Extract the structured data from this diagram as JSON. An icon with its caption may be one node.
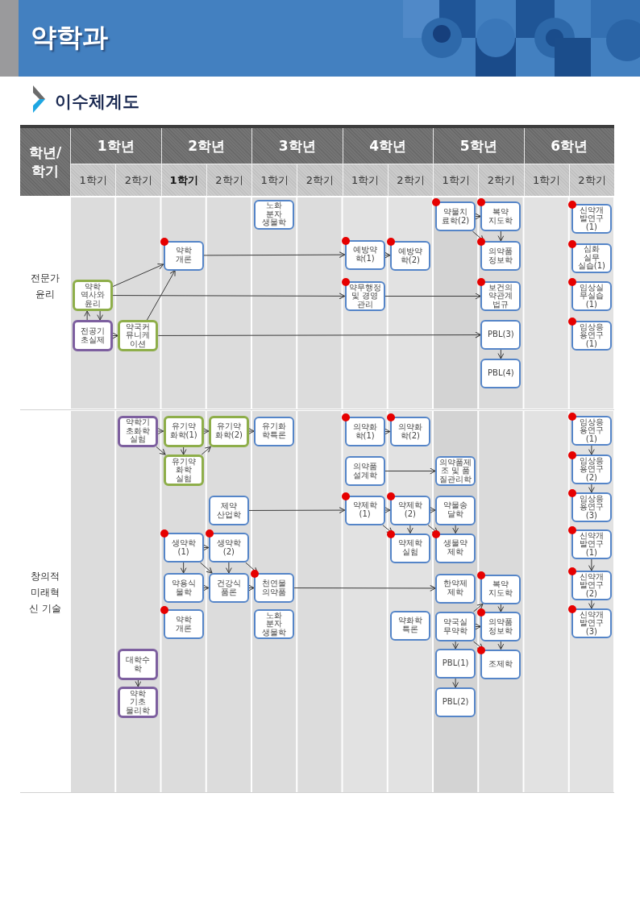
{
  "diagram": {
    "title": "약학과",
    "nodes": [
      {
        "text": [
          "노화 분자 생물학"
        ]
      },
      {
        "text": [
          "약물치 료학(2)"
        ]
      },
      {
        "text": [
          "복약 지도학"
        ]
      },
      {
        "text": [
          "신약개 발연구 (1)"
        ]
      },
      {
        "text": [
          "약학 개론"
        ]
      },
      {
        "text": [
          "예방약 학(1)"
        ]
      },
      {
        "text": [
          "예방약 학(2)"
        ]
      },
      {
        "text": [
          "의약품 정보학"
        ]
      },
      {
        "text": [
          "심화 실무 실습(1)"
        ]
      },
      {
        "text": [
          "약학 역사와 윤리"
        ]
      },
      {
        "text": [
          "약무행정 및 경영 관리"
        ]
      },
      {
        "text": [
          "보건의 약관계 법규"
        ]
      },
      {
        "text": [
          "임상실 무실습 (1)"
        ]
      },
      {
        "text": [
          "전공기 초실제"
        ]
      },
      {
        "text": [
          "약국커 뮤니케 이션"
        ]
      },
      {
        "text": [
          "PBL(3)"
        ]
      },
      {
        "text": [
          "임상응 용연구 (1)"
        ]
      },
      {
        "text": [
          "PBL(4)"
        ]
      },
      {
        "text": [
          "약학기 초화학 실험"
        ]
      },
      {
        "text": [
          "유기약 화학(1)"
        ]
      },
      {
        "text": [
          "유기약 화학(2)"
        ]
      },
      {
        "text": [
          "유기화 학특론"
        ]
      },
      {
        "text": [
          "의약화 학(1)"
        ]
      },
      {
        "text": [
          "의약화 학(2)"
        ]
      },
      {
        "text": [
          "임상응 용연구 (1)"
        ]
      },
      {
        "text": [
          "유기약 화학 실험"
        ]
      },
      {
        "text": [
          "의약품 설계학"
        ]
      },
      {
        "text": [
          "의약품제 조 및 품 질관리학"
        ]
      },
      {
        "text": [
          "임상응 용연구 (2)"
        ]
      },
      {
        "text": [
          "제약 산업학"
        ]
      },
      {
        "text": [
          "약제학 (1)"
        ]
      },
      {
        "text": [
          "약제학 (2)"
        ]
      },
      {
        "text": [
          "약물송 달학"
        ]
      },
      {
        "text": [
          "임상응 용연구 (3)"
        ]
      },
      {
        "text": [
          "생약학 (1)"
        ]
      },
      {
        "text": [
          "생약학 (2)"
        ]
      },
      {
        "text": [
          "약제학 실험"
        ]
      },
      {
        "text": [
          "생물약 제학"
        ]
      },
      {
        "text": [
          "신약개 발연구 (1)"
        ]
      },
      {
        "text": [
          "약용식 물학"
        ]
      },
      {
        "text": [
          "건강식 품론"
        ]
      },
      {
        "text": [
          "천연물 의약품"
        ]
      },
      {
        "text": [
          "한약제 제학"
        ]
      },
      {
        "text": [
          "복약 지도학"
        ]
      },
      {
        "text": [
          "신약개 발연구 (2)"
        ]
      },
      {
        "text": [
          "약학 개론"
        ]
      },
      {
        "text": [
          "노화 분자 생물학"
        ]
      },
      {
        "text": [
          "약화학 특론"
        ]
      },
      {
        "text": [
          "약국실 무약학"
        ]
      },
      {
        "text": [
          "의약품 정보학"
        ]
      },
      {
        "text": [
          "신약개 발연구 (3)"
        ]
      },
      {
        "text": [
          "대학수 학"
        ]
      },
      {
        "text": [
          "PBL(1)"
        ]
      },
      {
        "text": [
          "조제학"
        ]
      },
      {
        "text": [
          "약학 기초 물리학"
        ]
      },
      {
        "text": [
          "PBL(2)"
        ]
      }
    ],
    "edges": [
      {
        "from": 9,
        "to": 4,
        "arrow": "to"
      },
      {
        "from": 9,
        "to": 10,
        "arrow": "to"
      },
      {
        "from": 13,
        "to": 9,
        "arrow": "to"
      },
      {
        "from": 9,
        "to": 13,
        "arrow": "to"
      },
      {
        "from": 13,
        "to": 14,
        "arrow": "to"
      },
      {
        "from": 14,
        "to": 4,
        "arrow": "to"
      },
      {
        "from": 14,
        "to": 15,
        "arrow": "to"
      },
      {
        "from": 4,
        "to": 5,
        "arrow": "to"
      },
      {
        "from": 5,
        "to": 6,
        "arrow": "to"
      },
      {
        "from": 10,
        "to": 11,
        "arrow": "to"
      },
      {
        "from": 1,
        "to": 2,
        "arrow": "to"
      },
      {
        "from": 1,
        "to": 7,
        "arrow": "to"
      },
      {
        "from": 2,
        "to": 7,
        "arrow": "to"
      },
      {
        "from": 15,
        "to": 17,
        "arrow": "to"
      },
      {
        "from": 18,
        "to": 19,
        "arrow": "to"
      },
      {
        "from": 18,
        "to": 25,
        "arrow": "to"
      },
      {
        "from": 19,
        "to": 20,
        "arrow": "to"
      },
      {
        "from": 19,
        "to": 25,
        "arrow": "to"
      },
      {
        "from": 25,
        "to": 20,
        "arrow": "to"
      },
      {
        "from": 20,
        "to": 21,
        "arrow": "to"
      },
      {
        "from": 22,
        "to": 23,
        "arrow": "to"
      },
      {
        "from": 26,
        "to": 27,
        "arrow": "to"
      },
      {
        "from": 29,
        "to": 30,
        "arrow": "to"
      },
      {
        "from": 30,
        "to": 31,
        "arrow": "to"
      },
      {
        "from": 30,
        "to": 36,
        "arrow": "to"
      },
      {
        "from": 31,
        "to": 32,
        "arrow": "to"
      },
      {
        "from": 31,
        "to": 36,
        "arrow": "to"
      },
      {
        "from": 31,
        "to": 37,
        "arrow": "to"
      },
      {
        "from": 32,
        "to": 37,
        "arrow": "to"
      },
      {
        "from": 34,
        "to": 35,
        "arrow": "to"
      },
      {
        "from": 34,
        "to": 39,
        "arrow": "to"
      },
      {
        "from": 34,
        "to": 40,
        "arrow": "to"
      },
      {
        "from": 35,
        "to": 40,
        "arrow": "to"
      },
      {
        "from": 35,
        "to": 41,
        "arrow": "to"
      },
      {
        "from": 39,
        "to": 40,
        "arrow": "to"
      },
      {
        "from": 40,
        "to": 41,
        "arrow": "to"
      },
      {
        "from": 41,
        "to": 42,
        "arrow": "to"
      },
      {
        "from": 48,
        "to": 43,
        "arrow": "to"
      },
      {
        "from": 43,
        "to": 49,
        "arrow": "to"
      },
      {
        "from": 48,
        "to": 49,
        "arrow": "to"
      },
      {
        "from": 48,
        "to": 53,
        "arrow": "to"
      },
      {
        "from": 49,
        "to": 53,
        "arrow": "to"
      },
      {
        "from": 48,
        "to": 52,
        "arrow": "to"
      },
      {
        "from": 52,
        "to": 55,
        "arrow": "to"
      },
      {
        "from": 51,
        "to": 54,
        "arrow": "to"
      },
      {
        "from": 24,
        "to": 28,
        "arrow": "to"
      },
      {
        "from": 28,
        "to": 33,
        "arrow": "to"
      },
      {
        "from": 38,
        "to": 44,
        "arrow": "to"
      },
      {
        "from": 44,
        "to": 50,
        "arrow": "to"
      }
    ],
    "labels": [
      "이수체계도",
      "학년/ 학기",
      "1학년",
      "2학년",
      "3학년",
      "4학년",
      "5학년",
      "6학년",
      "1학기",
      "2학기",
      "1학기",
      "2학기",
      "1학기",
      "2학기",
      "1학기",
      "2학기",
      "1학기",
      "2학기",
      "1학기",
      "2학기",
      "전문가 윤리",
      "창의적 미래혁 신 기술"
    ]
  }
}
